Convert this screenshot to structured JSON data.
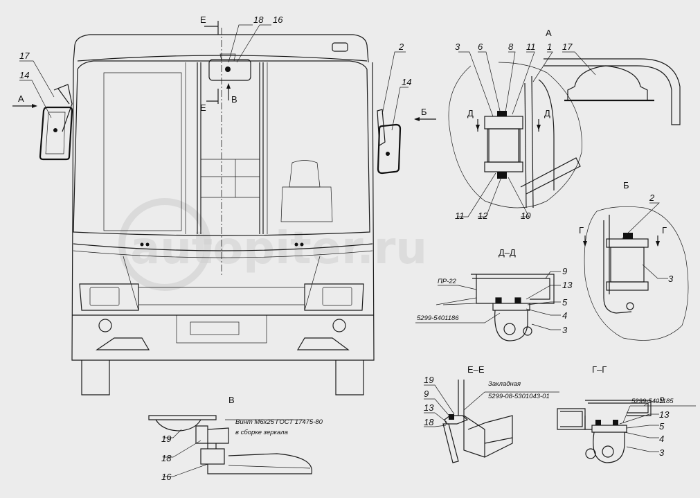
{
  "watermark": "autopiter.ru",
  "views": {
    "A": "А",
    "B": "Б",
    "V": "В",
    "EE": "Е–Е",
    "DD": "Д–Д",
    "GG": "Г–Г"
  },
  "section_marks": {
    "E": "Е",
    "V": "В",
    "A": "А",
    "B": "Б",
    "D": "Д",
    "G": "Г"
  },
  "notes": {
    "screw_line1": "Винт М6х25 ГОСТ 17475-80",
    "screw_line2": "в сборке зеркала",
    "zakladnaya": "Закладная",
    "zakladnaya_num": "5299-08-5301043-01",
    "pr22": "ПР-22",
    "part_5401186": "5299-5401186",
    "part_5401185": "5299-5401185"
  },
  "callouts": {
    "front": [
      "17",
      "14",
      "18",
      "16",
      "2",
      "14"
    ],
    "view_a": [
      "3",
      "6",
      "8",
      "11",
      "1",
      "17",
      "11",
      "12",
      "10"
    ],
    "view_b": [
      "2",
      "3"
    ],
    "section_dd": [
      "9",
      "13",
      "5",
      "4",
      "3"
    ],
    "view_v": [
      "19",
      "18",
      "16"
    ],
    "section_ee": [
      "19",
      "9",
      "13",
      "18"
    ],
    "section_gg": [
      "9",
      "13",
      "5",
      "4",
      "3"
    ]
  }
}
